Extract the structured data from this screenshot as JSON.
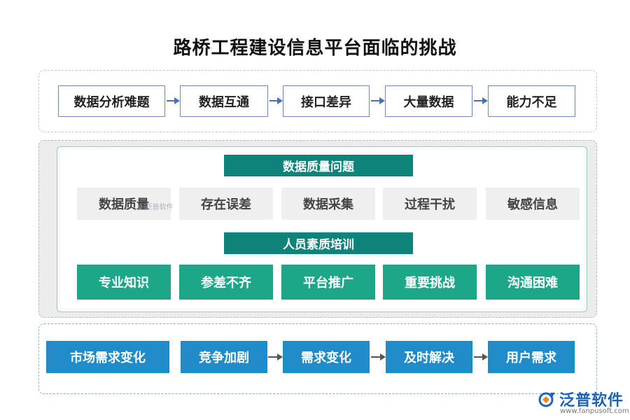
{
  "title": "路桥工程建设信息平台面临的挑战",
  "top_flow": [
    "数据分析难题",
    "数据互通",
    "接口差异",
    "大量数据",
    "能力不足"
  ],
  "section1": {
    "header": "数据质量问题",
    "items": [
      "数据质量",
      "存在误差",
      "数据采集",
      "过程干扰",
      "敏感信息"
    ]
  },
  "section2": {
    "header": "人员素质培训",
    "items": [
      "专业知识",
      "参差不齐",
      "平台推广",
      "重要挑战",
      "沟通困难"
    ]
  },
  "bottom_flow": [
    "市场需求变化",
    "竞争加剧",
    "需求变化",
    "及时解决",
    "用户需求"
  ],
  "watermark": "泛普软件",
  "logo": {
    "name": "泛普软件",
    "url": "www.fanpusoft.com"
  },
  "colors": {
    "teal_header": "#0f8279",
    "green_box": "#1ea689",
    "blue_box": "#1f8cc9",
    "gray_box": "#efefef",
    "outline": "#6a8fc4"
  }
}
